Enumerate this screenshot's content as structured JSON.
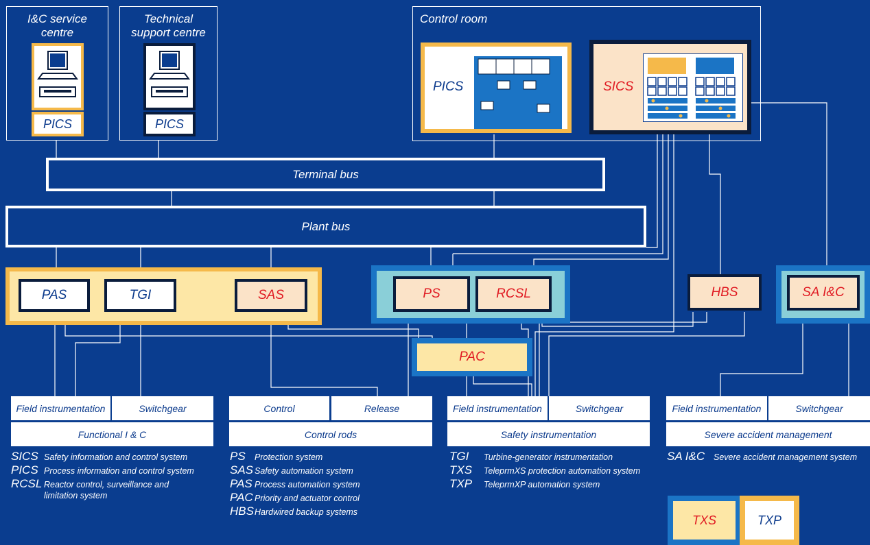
{
  "colors": {
    "background": "#0a3d8f",
    "txp_frame": "#f5b94a",
    "txp_fill": "#fde7a6",
    "txs_frame": "#1b74c5",
    "txs_fill": "#8acfd8",
    "red_text": "#e01a22",
    "blue_text": "#0b3a8c"
  },
  "rooms": {
    "service": {
      "title_line1": "I&C service",
      "title_line2": "centre",
      "pics": "PICS"
    },
    "technical": {
      "title_line1": "Technical",
      "title_line2": "support centre",
      "pics": "PICS"
    },
    "control": {
      "title": "Control room",
      "pics": "PICS",
      "sics": "SICS"
    }
  },
  "buses": {
    "terminal": "Terminal bus",
    "plant": "Plant bus"
  },
  "systems": {
    "pas": "PAS",
    "tgi": "TGI",
    "sas": "SAS",
    "ps": "PS",
    "rcsl": "RCSL",
    "pac": "PAC",
    "hbs": "HBS",
    "sa_ic": "SA I&C"
  },
  "field_groups": {
    "functional": {
      "left": "Field instrumentation",
      "right": "Switchgear",
      "bottom": "Functional I & C"
    },
    "control_rods": {
      "left": "Control",
      "right": "Release",
      "bottom": "Control rods"
    },
    "safety": {
      "left": "Field instrumentation",
      "right": "Switchgear",
      "bottom": "Safety instrumentation"
    },
    "severe": {
      "left": "Field instrumentation",
      "right": "Switchgear",
      "bottom": "Severe accident management"
    }
  },
  "legend": {
    "col1": [
      {
        "abbr": "SICS",
        "def": "Safety information and control system"
      },
      {
        "abbr": "PICS",
        "def": "Process information and control system"
      },
      {
        "abbr": "RCSL",
        "def": "Reactor control, surveillance and"
      },
      {
        "abbr": "",
        "def": "limitation system"
      }
    ],
    "col2": [
      {
        "abbr": "PS",
        "def": "Protection system"
      },
      {
        "abbr": "SAS",
        "def": "Safety automation system"
      },
      {
        "abbr": "PAS",
        "def": "Process automation system"
      },
      {
        "abbr": "PAC",
        "def": "Priority and actuator control"
      },
      {
        "abbr": "HBS",
        "def": "Hardwired backup systems"
      }
    ],
    "col3": [
      {
        "abbr": "TGI",
        "def": "Turbine-generator instrumentation"
      },
      {
        "abbr": "TXS",
        "def": "TeleprmXS protection automation system"
      },
      {
        "abbr": "TXP",
        "def": "TeleprmXP automation system"
      }
    ],
    "col4": [
      {
        "abbr": "SA I&C",
        "def": "Severe accident management system"
      }
    ]
  },
  "key": {
    "txs": "TXS",
    "txp": "TXP"
  },
  "icons": [
    "computer-icon",
    "printer-icon",
    "monitor-wall-icon",
    "operator-desk-icon",
    "control-panel-icon"
  ]
}
